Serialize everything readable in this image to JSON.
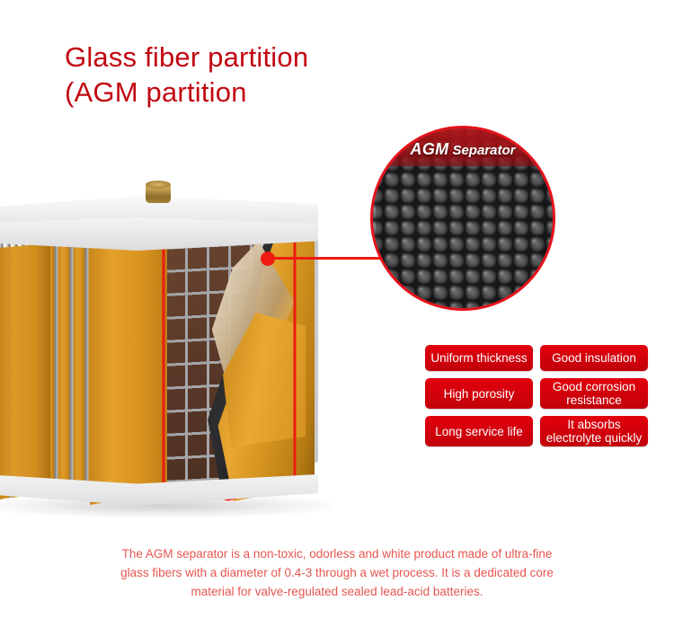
{
  "title": {
    "text": "Glass fiber partition\n(AGM partition"
  },
  "magnifier": {
    "label_bold": "AGM",
    "label_italic": "Separator",
    "border_color": "#e5121a",
    "band_color": "#b21418",
    "texture_name": "agm-fiber-sphere-texture"
  },
  "pointer": {
    "dot_color": "#ef1a11",
    "line_color": "#ee1c12"
  },
  "illustration": {
    "name": "lead-acid-battery-cutaway",
    "terminal_color": "#b08a3c",
    "plate_color": "#d9931f",
    "grid_color": "#5c3c2a",
    "case_color": "#d8d8da",
    "cut_outline_color": "#ee1c12"
  },
  "badges": {
    "accent_color": "#d0000b",
    "rows": [
      [
        "Uniform thickness",
        "Good insulation"
      ],
      [
        "High porosity",
        "Good corrosion\nresistance"
      ],
      [
        "Long service life",
        "It absorbs\nelectrolyte quickly"
      ]
    ]
  },
  "caption": {
    "text": "The AGM separator is a non-toxic, odorless and white product made of ultra-fine glass fibers with a diameter of 0.4-3 through a wet process. It is a dedicated core material for valve-regulated sealed lead-acid batteries.",
    "color": "#e5564f"
  }
}
